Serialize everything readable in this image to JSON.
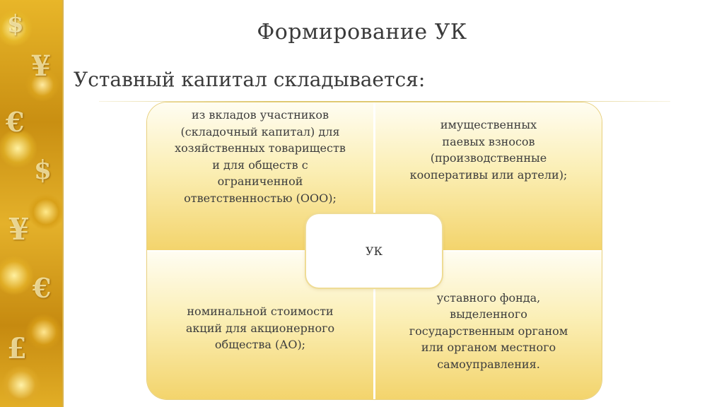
{
  "slide": {
    "title": "Формирование УК",
    "subtitle": "Уставный капитал складывается:",
    "center_label": "УК",
    "quadrants": {
      "top_left": "из вкладов участников\n(складочный капитал) для\nхозяйственных товариществ\nи для обществ с\nограниченной\nответственностью (ООО);",
      "top_right": "имущественных\nпаевых взносов\n(производственные\nкооперативы или артели);",
      "bottom_left": "номинальной стоимости\nакций для акционерного\nобщества (АО);",
      "bottom_right": "уставного фонда,\nвыделенного\nгосударственным органом\nили органом местного\nсамоуправления."
    }
  },
  "decoration": {
    "side_strip_icon": "gold-currency-coins-icon",
    "side_glyphs": [
      "$",
      "¥",
      "€",
      "$",
      "¥",
      "€",
      "£"
    ]
  },
  "colors": {
    "gold_light": "#fbefb6",
    "gold_deep": "#f3d46c",
    "text": "#3a3a3a",
    "rule": "#d9c36a"
  }
}
